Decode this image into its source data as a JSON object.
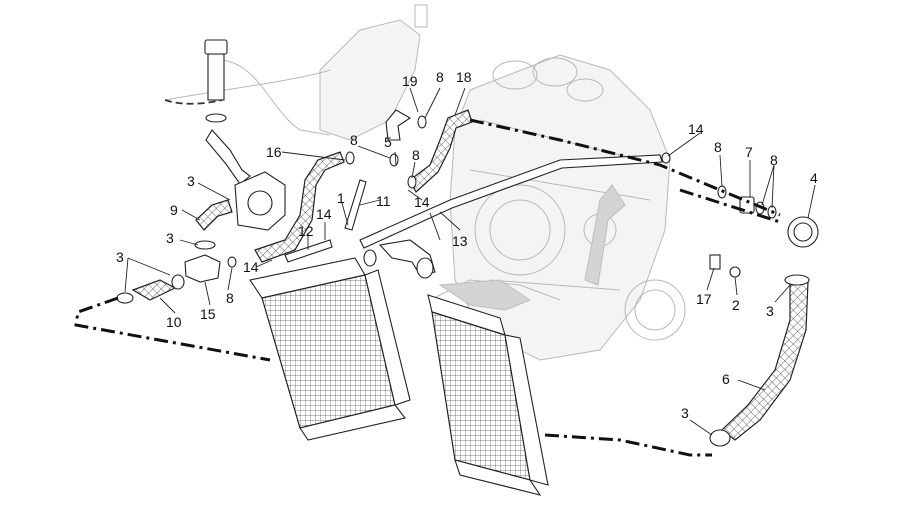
{
  "colors": {
    "ink": "#111111",
    "ghost": "#b9b9b9",
    "flow_arrow": "#d4d4d4"
  },
  "callouts": [
    {
      "id": "c19",
      "text": "19"
    },
    {
      "id": "c8a",
      "text": "8"
    },
    {
      "id": "c18",
      "text": "18"
    },
    {
      "id": "c16",
      "text": "16"
    },
    {
      "id": "c8b",
      "text": "8"
    },
    {
      "id": "c5",
      "text": "5"
    },
    {
      "id": "c8c",
      "text": "8"
    },
    {
      "id": "c14a",
      "text": "14"
    },
    {
      "id": "c8d",
      "text": "8"
    },
    {
      "id": "c7",
      "text": "7"
    },
    {
      "id": "c8e",
      "text": "8"
    },
    {
      "id": "c4",
      "text": "4"
    },
    {
      "id": "c3a",
      "text": "3"
    },
    {
      "id": "c9",
      "text": "9"
    },
    {
      "id": "c11",
      "text": "11"
    },
    {
      "id": "c1",
      "text": "1"
    },
    {
      "id": "c14b",
      "text": "14"
    },
    {
      "id": "c14c",
      "text": "14"
    },
    {
      "id": "c12",
      "text": "12"
    },
    {
      "id": "c13",
      "text": "13"
    },
    {
      "id": "c3b",
      "text": "3"
    },
    {
      "id": "c3c",
      "text": "3"
    },
    {
      "id": "c14d",
      "text": "14"
    },
    {
      "id": "c8f",
      "text": "8"
    },
    {
      "id": "c15",
      "text": "15"
    },
    {
      "id": "c10",
      "text": "10"
    },
    {
      "id": "c17",
      "text": "17"
    },
    {
      "id": "c2",
      "text": "2"
    },
    {
      "id": "c3d",
      "text": "3"
    },
    {
      "id": "c6",
      "text": "6"
    },
    {
      "id": "c3e",
      "text": "3"
    }
  ]
}
